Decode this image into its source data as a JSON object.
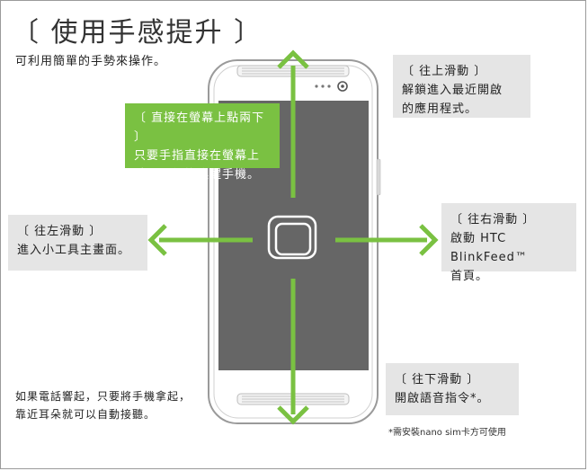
{
  "title": "〔 使用手感提升 〕",
  "subtitle": "可利用簡單的手勢來操作。",
  "gestures": {
    "double_tap": {
      "heading": "〔 直接在螢幕上點兩下 〕",
      "body": "只要手指直接在螢幕上\n點兩下便能喚醒手機。"
    },
    "swipe_up": {
      "heading": "〔 往上滑動 〕",
      "body": "解鎖進入最近開啟\n的應用程式。"
    },
    "swipe_left": {
      "heading": "〔 往左滑動 〕",
      "body": "進入小工具主畫面。"
    },
    "swipe_right": {
      "heading": "〔 往右滑動 〕",
      "body": "啟動 HTC BlinkFeed™\n首頁。"
    },
    "swipe_down": {
      "heading": "〔 往下滑動 〕",
      "body": "開啟語音指令*。"
    }
  },
  "call_tip": "如果電話響起，只要將手機拿起，\n靠近耳朵就可以自動接聽。",
  "footnote": "*需安裝nano sim卡方可使用",
  "colors": {
    "accent_green": "#7ac142",
    "screen_gray": "#666666",
    "box_gray": "#e5e5e5"
  }
}
